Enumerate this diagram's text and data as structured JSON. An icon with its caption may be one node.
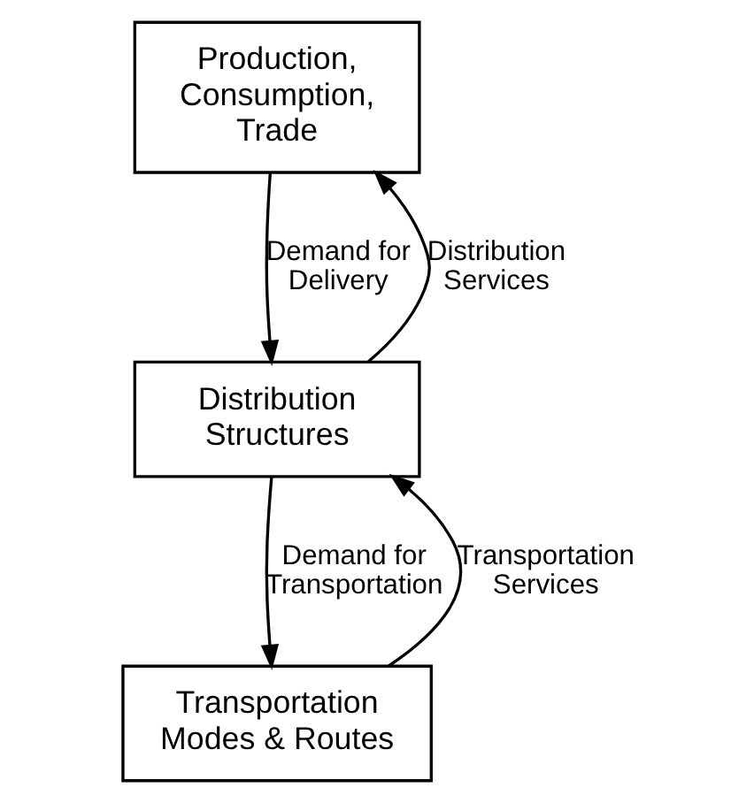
{
  "diagram": {
    "nodes": [
      {
        "text": [
          "Production, Consumption, Trade"
        ]
      },
      {
        "text": [
          "Distribution Structures"
        ]
      },
      {
        "text": [
          "Transportation Modes & Routes"
        ]
      }
    ],
    "edges": [
      {
        "from": 0,
        "to": 1,
        "arrow": "to",
        "label": "Demand for Delivery"
      },
      {
        "from": 1,
        "to": 0,
        "arrow": "to",
        "label": "Distribution Services"
      },
      {
        "from": 1,
        "to": 2,
        "arrow": "to",
        "label": "Demand for Transportation"
      },
      {
        "from": 2,
        "to": 1,
        "arrow": "to",
        "label": "Transportation Services"
      }
    ]
  }
}
